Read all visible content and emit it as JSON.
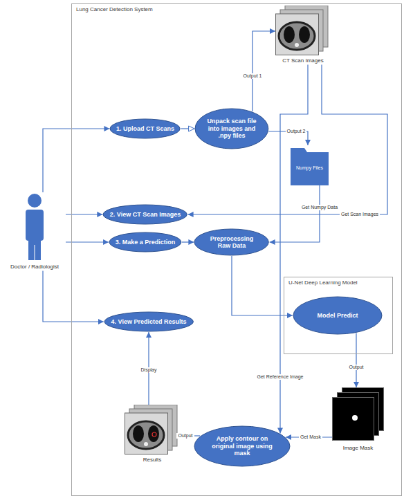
{
  "diagram": {
    "nodes": [
      {
        "text": [
          "Lung Cancer Detection System"
        ]
      },
      {
        "text": [
          "CT Scan Images"
        ],
        "in": 0
      },
      {
        "text": [
          "1. Upload CT Scans"
        ],
        "in": 0
      },
      {
        "text": [
          "Unpack scan file into images and .npy files"
        ],
        "in": 0
      },
      {
        "text": [
          "Numpy Files"
        ],
        "in": 0
      },
      {
        "text": [
          "2. View CT Scan Images"
        ],
        "in": 0
      },
      {
        "text": [
          "3. Make a Prediction"
        ],
        "in": 0
      },
      {
        "text": [
          "Preprocessing Raw Data"
        ],
        "in": 0
      },
      {
        "text": [
          "U-Net Deep Learning Model"
        ],
        "in": 0
      },
      {
        "text": [
          "Model Predict"
        ],
        "in": 8
      },
      {
        "text": [
          "4. View Predicted Results"
        ],
        "in": 0
      },
      {
        "text": [
          "Image Mask"
        ],
        "in": 0
      },
      {
        "text": [
          "Apply contour on original image using mask"
        ],
        "in": 0
      },
      {
        "text": [
          "Results"
        ],
        "in": 0
      },
      {
        "text": [
          "Doctor / Radiologist"
        ]
      }
    ],
    "edges": [
      {
        "from": 14,
        "to": 2,
        "arrow": "to"
      },
      {
        "from": 14,
        "to": 5,
        "arrow": "to"
      },
      {
        "from": 14,
        "to": 6,
        "arrow": "to"
      },
      {
        "from": 14,
        "to": 10,
        "arrow": "to"
      },
      {
        "from": 2,
        "to": 3,
        "arrow": "to"
      },
      {
        "from": 3,
        "to": 1,
        "label": "Output 1",
        "arrow": "to"
      },
      {
        "from": 3,
        "to": 4,
        "label": "Output 2",
        "arrow": "to"
      },
      {
        "from": 1,
        "to": 5,
        "label": "Get Scan Images",
        "arrow": "to"
      },
      {
        "from": 4,
        "to": 7,
        "label": "Get Numpy Data",
        "arrow": "to"
      },
      {
        "from": 6,
        "to": 7,
        "arrow": "to"
      },
      {
        "from": 7,
        "to": 9,
        "arrow": "to"
      },
      {
        "from": 9,
        "to": 11,
        "label": "Output",
        "arrow": "to"
      },
      {
        "from": 11,
        "to": 12,
        "label": "Get Mask",
        "arrow": "to"
      },
      {
        "from": 1,
        "to": 12,
        "label": "Get Reference Image",
        "arrow": "to"
      },
      {
        "from": 12,
        "to": 13,
        "label": "Output",
        "arrow": "to"
      },
      {
        "from": 13,
        "to": 10,
        "label": "Display",
        "arrow": "to"
      }
    ]
  }
}
